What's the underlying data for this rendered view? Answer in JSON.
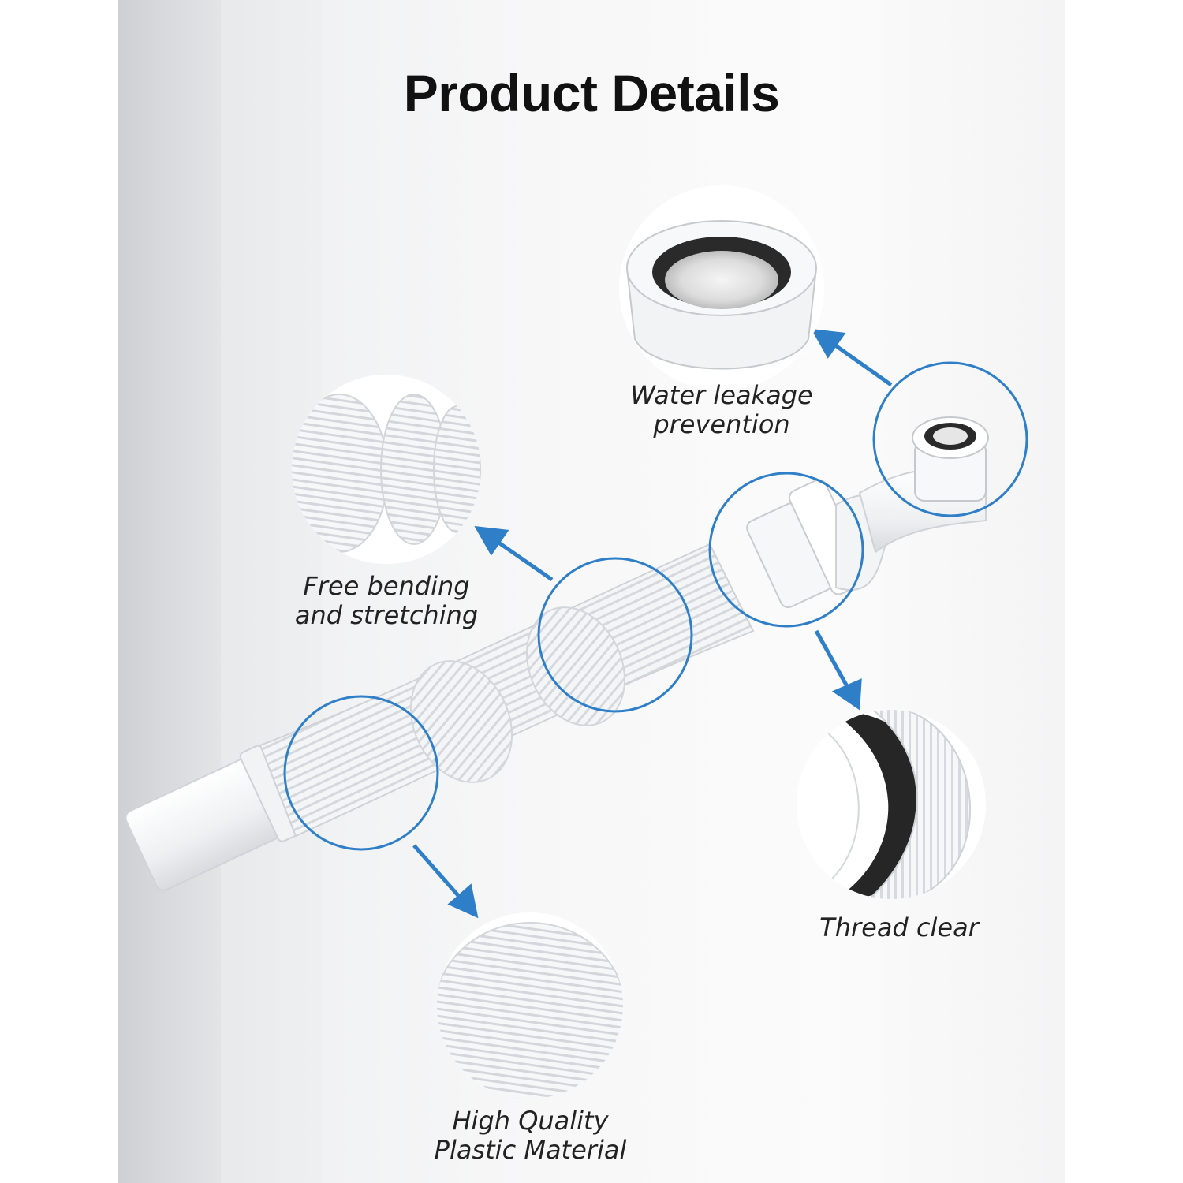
{
  "page": {
    "title": "Product Details",
    "accent_color": "#2f7fc8",
    "captions": {
      "water_leakage": [
        "Water leakage",
        "prevention"
      ],
      "free_bending": [
        "Free bending",
        "and stretching"
      ],
      "thread_clear": [
        "Thread clear"
      ],
      "high_quality": [
        "High Quality",
        "Plastic Material"
      ]
    },
    "icons": [
      "arrow-icon",
      "magnifier-circle-icon"
    ]
  }
}
